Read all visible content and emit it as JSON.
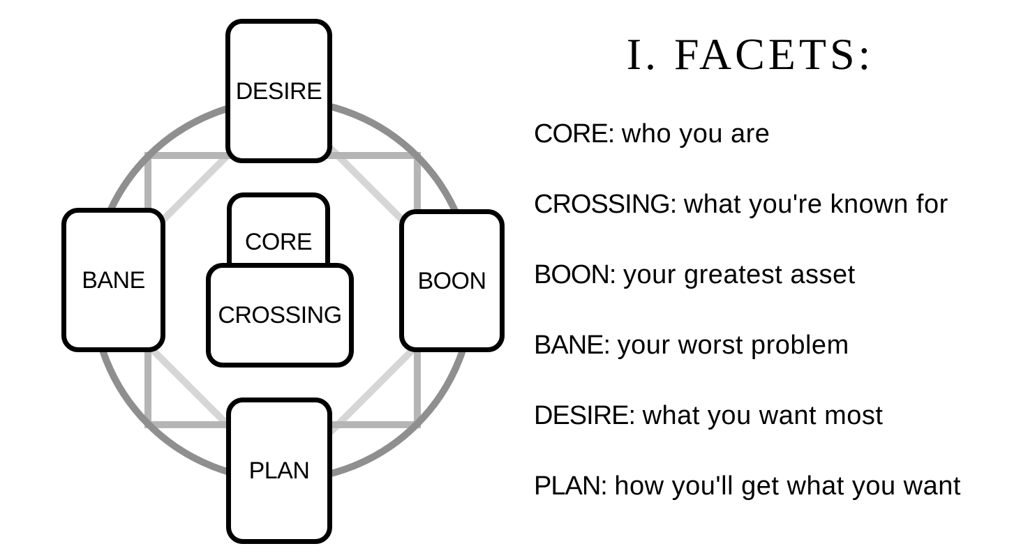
{
  "spread": {
    "cards": [
      {
        "id": "desire",
        "label": "DESIRE"
      },
      {
        "id": "core",
        "label": "CORE"
      },
      {
        "id": "crossing",
        "label": "CROSSING"
      },
      {
        "id": "bane",
        "label": "BANE"
      },
      {
        "id": "boon",
        "label": "BOON"
      },
      {
        "id": "plan",
        "label": "PLAN"
      }
    ]
  },
  "legend": {
    "title": "I. FACETS:",
    "items": [
      {
        "label": "CORE:",
        "description": "who you are"
      },
      {
        "label": "CROSSING:",
        "description": "what you're known for"
      },
      {
        "label": "BOON:",
        "description": "your greatest asset"
      },
      {
        "label": "BANE:",
        "description": "your worst problem"
      },
      {
        "label": "DESIRE:",
        "description": "what you want most"
      },
      {
        "label": "PLAN:",
        "description": "how you'll get what you want"
      }
    ]
  },
  "colors": {
    "background": "#ffffff",
    "circle": "#8f8f8f",
    "square": "#b5b5b5",
    "diamond": "#d6d6d6",
    "card_border": "#000000",
    "text": "#000000"
  }
}
